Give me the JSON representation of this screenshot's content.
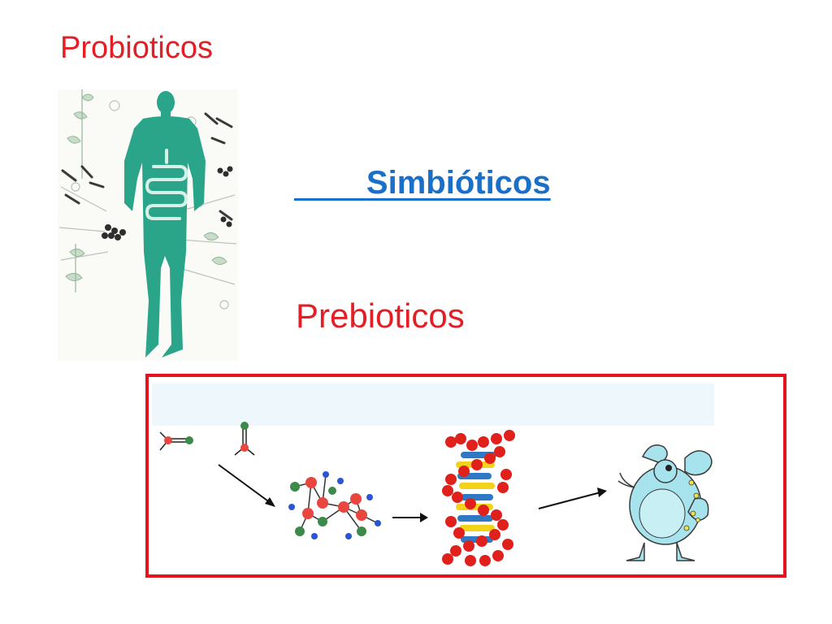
{
  "slide": {
    "title_top": "Probioticos",
    "title_center": "Simbióticos",
    "title_center_lead": "        ",
    "title_bottom": "Prebioticos"
  },
  "illustrations": {
    "human": "human-body-with-intestine-illustration",
    "process": "molecules-to-dna-to-organism-illustration"
  },
  "colors": {
    "red": "#e31e24",
    "blue": "#1a6fc9",
    "teal": "#2aa58a",
    "frame": "#e3121c"
  }
}
